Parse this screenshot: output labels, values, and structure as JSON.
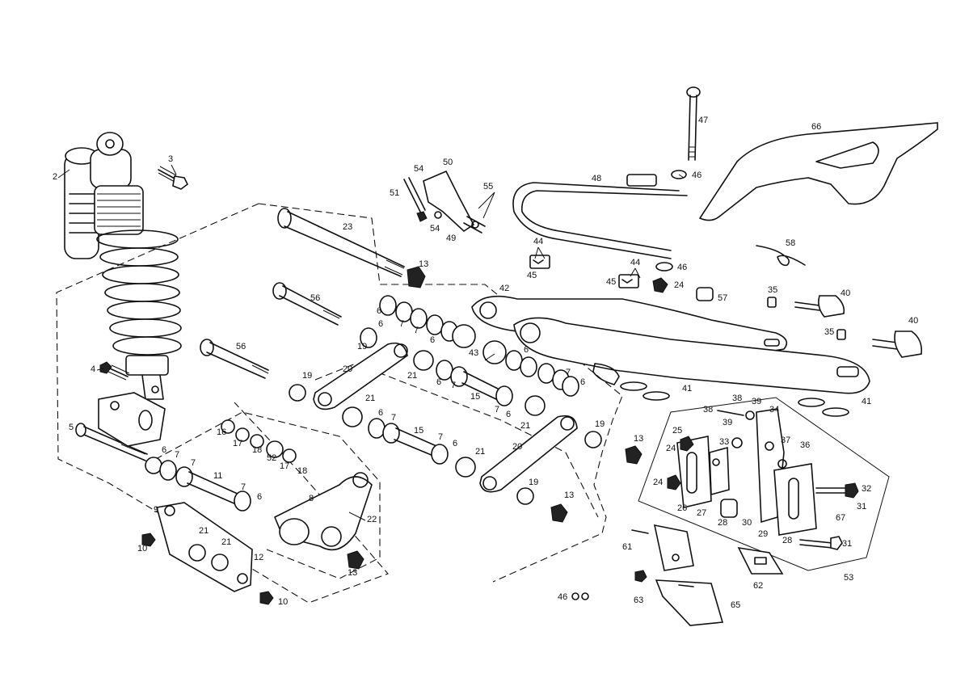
{
  "labels": {
    "l2": "2",
    "l3": "3",
    "l4": "4",
    "l5": "5",
    "l6a": "6",
    "l7a": "7",
    "l11": "11",
    "l7b": "7",
    "l6b": "6",
    "l8": "8",
    "l9": "9",
    "l10a": "10",
    "l10b": "10",
    "l12": "12",
    "l13a": "13",
    "l22": "22",
    "l21a": "21",
    "l21b": "21",
    "l16": "16",
    "l17a": "17",
    "l18a": "18",
    "l52": "52",
    "l17b": "17",
    "l18b": "18",
    "l23": "23",
    "l13b": "13",
    "l56a": "56",
    "l56b": "56",
    "l19a": "19",
    "l19b": "19",
    "l20a": "20",
    "l21c": "21",
    "l6c": "6",
    "l7c": "7",
    "l15a": "15",
    "l7d": "7",
    "l6d": "6",
    "l21d": "21",
    "l20b": "20",
    "l19c": "19",
    "l13c": "13",
    "l6e": "6",
    "l7e": "7",
    "l6f": "6",
    "l43": "43",
    "l21e": "21",
    "l6g": "6",
    "l7f": "7",
    "l15b": "15",
    "l7g": "7",
    "l6h": "6",
    "l21f": "21",
    "l19d": "19",
    "l13d": "13",
    "l6i": "6",
    "l7h": "7",
    "l6j": "6",
    "l7i": "7",
    "l6k": "6",
    "l54a": "54",
    "l50": "50",
    "l51": "51",
    "l54b": "54",
    "l49": "49",
    "l55": "55",
    "l47": "47",
    "l46a": "46",
    "l48": "48",
    "l44a": "44",
    "l45a": "45",
    "l44b": "44",
    "l45b": "45",
    "l46b": "46",
    "l24a": "24",
    "l57": "57",
    "l42": "42",
    "l66": "66",
    "l58": "58",
    "l35a": "35",
    "l40a": "40",
    "l35b": "35",
    "l40b": "40",
    "l41a": "41",
    "l41b": "41",
    "l38a": "38",
    "l38b": "38",
    "l39a": "39",
    "l39b": "39",
    "l34": "34",
    "l25": "25",
    "l24b": "24",
    "l33": "33",
    "l37": "37",
    "l36": "36",
    "l24c": "24",
    "l26a": "26",
    "l27": "27",
    "l28a": "28",
    "l30": "30",
    "l29": "29",
    "l28b": "28",
    "l32": "32",
    "l31a": "31",
    "l67": "67",
    "l31b": "31",
    "l53": "53",
    "l61": "61",
    "l62": "62",
    "l63": "63",
    "l65": "65",
    "l46c": "46"
  }
}
